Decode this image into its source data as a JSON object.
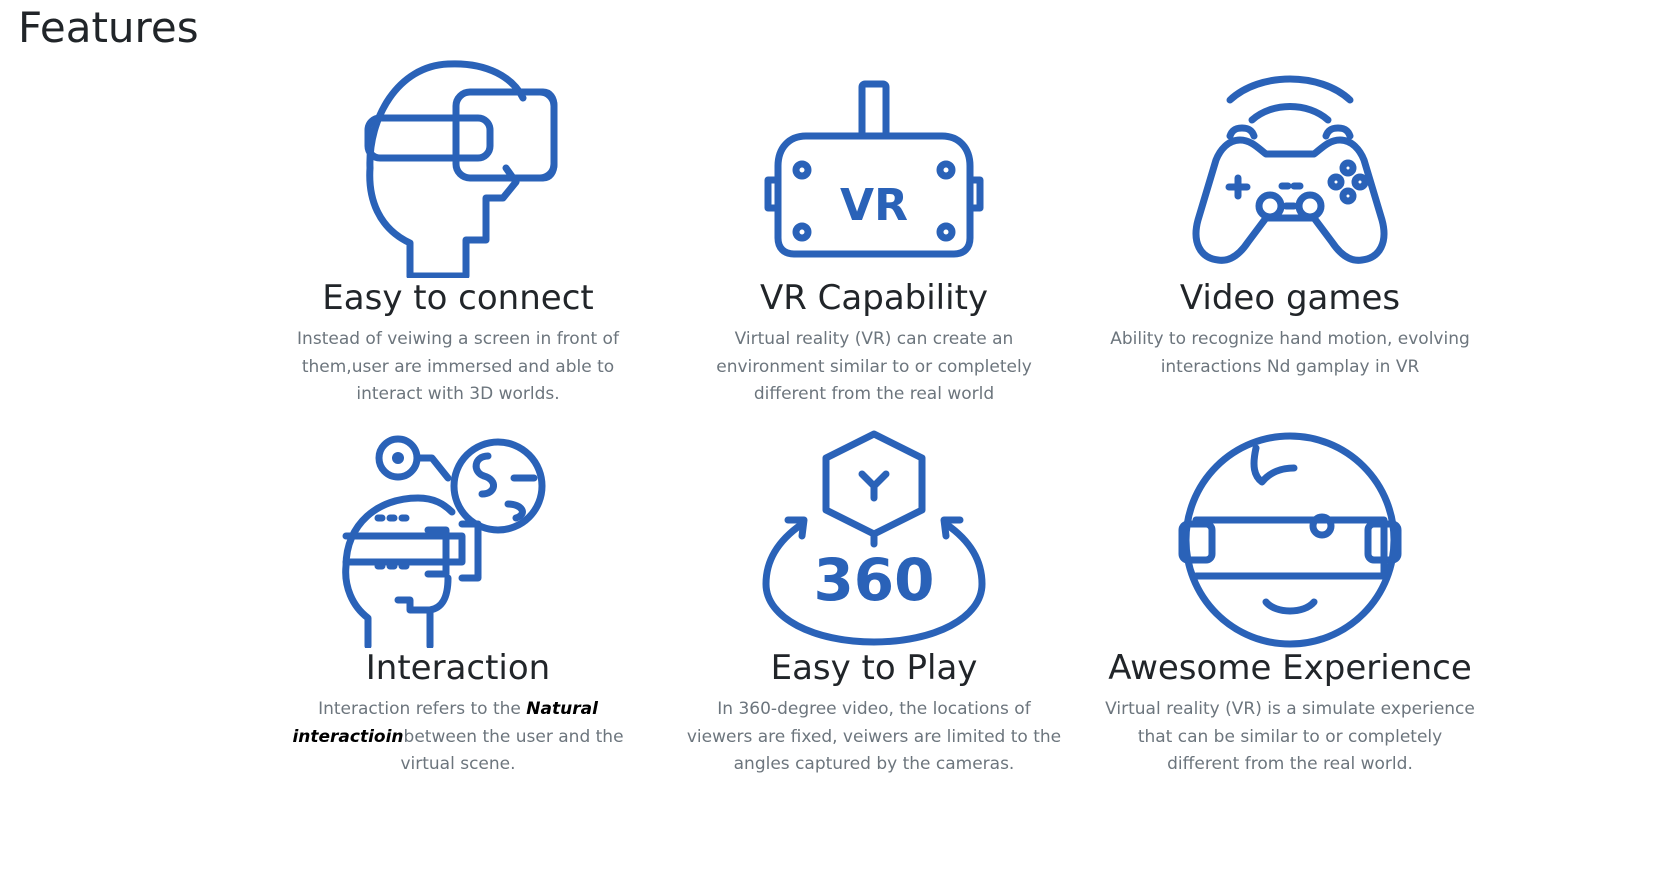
{
  "page": {
    "title": "Features"
  },
  "features": [
    {
      "title": "Easy to connect",
      "icon": "vr-headset-head-icon",
      "description": "Instead of veiwing a screen in front of them,user are immersed and able to interact with 3D worlds."
    },
    {
      "title": "VR Capability",
      "icon": "vr-goggles-icon",
      "icon_text": "VR",
      "description": "Virtual reality (VR) can create an environment similar to or completely different from the real world"
    },
    {
      "title": "Video games",
      "icon": "gamepad-icon",
      "description": "Ability to recognize hand motion, evolving interactions Nd gamplay in VR"
    },
    {
      "title": "Interaction",
      "icon": "interaction-head-icon",
      "description_before": "Interaction refers to the ",
      "description_emphasis": "Natural interactioin",
      "description_after": "between the user and the virtual scene."
    },
    {
      "title": "Easy to Play",
      "icon": "360-cube-icon",
      "icon_text": "360",
      "description": "In 360-degree video, the locations of viewers are fixed, veiwers are limited to the angles captured by the cameras."
    },
    {
      "title": "Awesome Experience",
      "icon": "vr-face-icon",
      "description": "Virtual reality (VR) is a simulate experience that can be similar to or completely different from the real world."
    }
  ],
  "colors": {
    "icon": "#2a62b8",
    "title": "#212529",
    "description": "#6c757d"
  }
}
